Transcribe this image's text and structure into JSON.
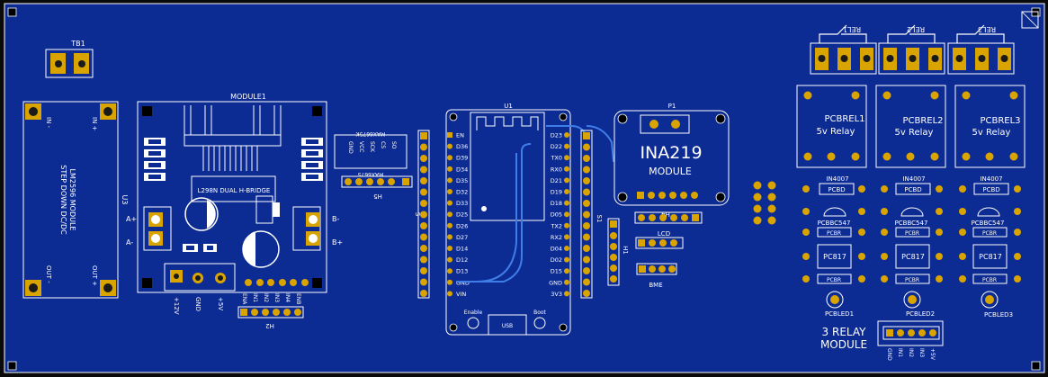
{
  "labels": {
    "tb1": "TB1",
    "module1": "MODULE1",
    "l298n": "L298N DUAL H-BRIDGE",
    "u3": "U3",
    "lm_line1": "LM2596 MODULE",
    "lm_line2": "STEP DOWN DC/DC",
    "in_minus": "IN -",
    "in_plus": "IN +",
    "out_minus": "OUT -",
    "out_plus": "OUT +",
    "a_plus": "A+",
    "a_minus": "A-",
    "b_minus": "B-",
    "b_plus": "B+",
    "v12": "+12V",
    "gnd": "GND",
    "v5": "+5V",
    "h2": "H2",
    "max_title": "MAX6675K",
    "max_sub": "MAX6675",
    "h5": "H5",
    "u1": "U1",
    "s": "S",
    "s1": "S1",
    "enable": "Enable",
    "usb": "USB",
    "boot": "Boot",
    "p1": "P1",
    "ina_big": "INA219",
    "ina_small": "MODULE",
    "h4": "H4",
    "lcd": "LCD",
    "bme": "BME",
    "h1": "H1",
    "rel1": "REL1",
    "rel2": "REL2",
    "rel3": "REL3",
    "pcbrel1": "PCBREL1",
    "pcbrel2": "PCBREL2",
    "pcbrel3": "PCBREL3",
    "relay": "5v Relay",
    "diode": "IN4007",
    "pcbd": "PCBD",
    "bc": "PCBBC547",
    "pc817": "PC817",
    "pcbr": "PCBR",
    "led1": "PCBLED1",
    "led2": "PCBLED2",
    "led3": "PCBLED3",
    "relay_mod1": "3 RELAY",
    "relay_mod2": "MODULE"
  },
  "max_pins": [
    "GND",
    "VCC",
    "SCK",
    "CS",
    "SO"
  ],
  "l298_pins": [
    "ENA",
    "IN1",
    "IN2",
    "IN3",
    "IN4",
    "ENB"
  ],
  "esp_left": [
    "EN",
    "D36",
    "D39",
    "D34",
    "D35",
    "D32",
    "D33",
    "D25",
    "D26",
    "D27",
    "D14",
    "D12",
    "D13",
    "GND",
    "VIN"
  ],
  "esp_right": [
    "D23",
    "D22",
    "TX0",
    "RX0",
    "D21",
    "D19",
    "D18",
    "D05",
    "TX2",
    "RX2",
    "D04",
    "D02",
    "D15",
    "GND",
    "3V3"
  ],
  "relay_pins": [
    "GND",
    "IN1",
    "IN2",
    "IN3",
    "+5V"
  ],
  "colors": {
    "board": "#0c2b93",
    "silk": "#ffffff",
    "pad": "#d9a300",
    "hole": "#1a1a1a",
    "trace": "#3f7ee8"
  }
}
